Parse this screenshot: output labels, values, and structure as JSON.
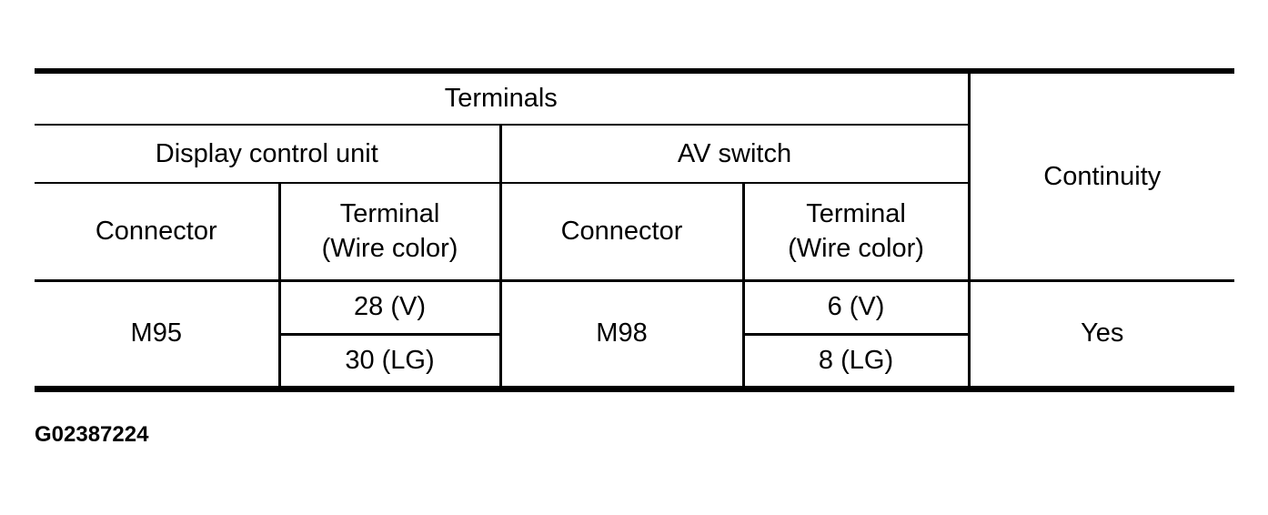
{
  "colors": {
    "background": "#ffffff",
    "line": "#000000",
    "text": "#000000"
  },
  "table": {
    "header": {
      "terminals": "Terminals",
      "continuity": "Continuity",
      "groups": [
        {
          "label": "Display control unit"
        },
        {
          "label": "AV switch"
        }
      ],
      "subheaders": [
        "Connector",
        "Terminal\n(Wire color)",
        "Connector",
        "Terminal\n(Wire color)"
      ]
    },
    "rows": [
      {
        "display_connector": "M95",
        "display_terminals": [
          "28 (V)",
          "30 (LG)"
        ],
        "av_connector": "M98",
        "av_terminals": [
          "6 (V)",
          "8 (LG)"
        ],
        "continuity": "Yes"
      }
    ]
  },
  "figure_id": "G02387224"
}
